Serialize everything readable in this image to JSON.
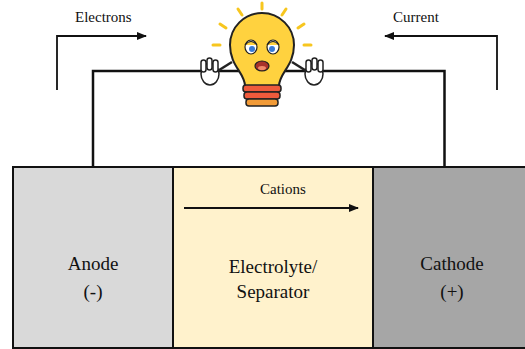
{
  "diagram": {
    "nodes": [
      {
        "text": [
          "Anode",
          "(-)"
        ]
      },
      {
        "text": [
          "Cations",
          "Electrolyte/ Separator"
        ]
      },
      {
        "text": [
          "Cathode",
          "(+)"
        ]
      }
    ],
    "edges": [
      {
        "from": 0,
        "to": 2,
        "arrow": "none"
      }
    ],
    "labels": [
      "Electrons",
      "Current"
    ]
  }
}
